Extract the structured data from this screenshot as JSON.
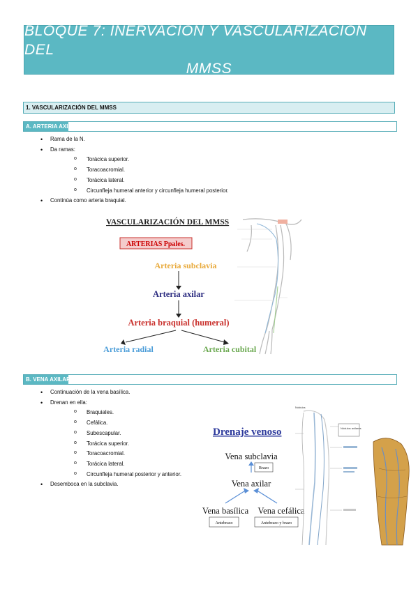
{
  "title": {
    "line1": "BLOQUE 7: INERVACIÓN Y VASCULARIZACIÓN DEL",
    "line2": "MMSS"
  },
  "section1": {
    "header": "1. VASCULARIZACIÓN DEL MMSS"
  },
  "subA": {
    "header": "A.  ARTERIA AXIAL",
    "items": [
      "Rama de la N.",
      "Da ramas:",
      "Continúa como arteria braquial."
    ],
    "subitems": [
      "Torácica superior.",
      "Toracoacromial.",
      "Torácica lateral.",
      "Circunfleja humeral anterior y circunfleja humeral posterior."
    ]
  },
  "figure1": {
    "heading": "VASCULARIZACIÓN DEL MMSS",
    "box": "ARTERIAS Ppales.",
    "subclavia": "Arteria subclavia",
    "axilar": "Arteria axilar",
    "braquial": "Arteria braquial (humeral)",
    "radial": "Arteria radial",
    "cubital": "Arteria cubital",
    "colors": {
      "subclavia": "#e8a93a",
      "axilar": "#2c2c80",
      "braquial": "#c9302c",
      "radial": "#4a9cd8",
      "cubital": "#6aa84f",
      "boxbg": "#f4cccc",
      "boxtext": "#cc0000"
    }
  },
  "subB": {
    "header": "B. VENA AXILAR",
    "items": [
      "Continuación de la vena basílica.",
      "Drenan en ella:",
      "Desemboca en la subclavia."
    ],
    "subitems": [
      "Braquiales.",
      "Cefálica.",
      "Subescapular.",
      "Torácica superior.",
      "Toracoacromial.",
      "Torácica lateral.",
      "Circunfleja humeral posterior y anterior."
    ]
  },
  "figure2": {
    "heading": "Drenaje venoso",
    "subclavia": "Vena subclavia",
    "brazo": "Brazo",
    "axilar": "Vena axilar",
    "basilica": "Vena basílica",
    "cefalica": "Vena cefálica",
    "antebrazo": "Antebrazo",
    "antebrazo_brazo": "Antebrazo y brazo",
    "nodulos_top": "Nódulos",
    "nodulos_axilares": "Nódulos axilares"
  }
}
